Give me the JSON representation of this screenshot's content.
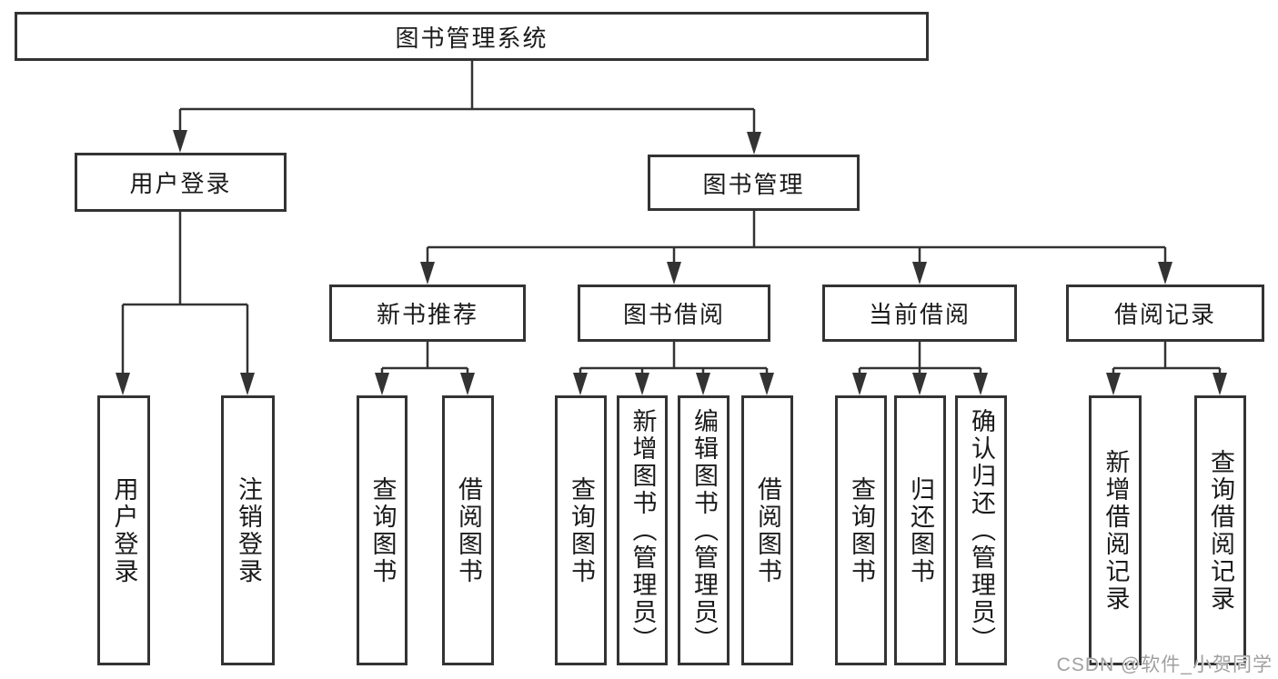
{
  "tree": {
    "label": "图书管理系统",
    "children": [
      {
        "label": "用户登录",
        "children": [
          {
            "label": "用户登录"
          },
          {
            "label": "注销登录"
          }
        ]
      },
      {
        "label": "图书管理",
        "children": [
          {
            "label": "新书推荐",
            "children": [
              {
                "label": "查询图书"
              },
              {
                "label": "借阅图书"
              }
            ]
          },
          {
            "label": "图书借阅",
            "children": [
              {
                "label": "查询图书"
              },
              {
                "label": "新增图书（管理员）"
              },
              {
                "label": "编辑图书（管理员）"
              },
              {
                "label": "借阅图书"
              }
            ]
          },
          {
            "label": "当前借阅",
            "children": [
              {
                "label": "查询图书"
              },
              {
                "label": "归还图书"
              },
              {
                "label": "确认归还（管理员）"
              }
            ]
          },
          {
            "label": "借阅记录",
            "children": [
              {
                "label": "新增借阅记录"
              },
              {
                "label": "查询借阅记录"
              }
            ]
          }
        ]
      }
    ]
  },
  "watermark": "CSDN @软件_小贺同学",
  "colors": {
    "line": "#333333",
    "box_border": "#333333",
    "text": "#1a1a1a",
    "watermark": "#a0a0a0",
    "background": "#ffffff"
  }
}
